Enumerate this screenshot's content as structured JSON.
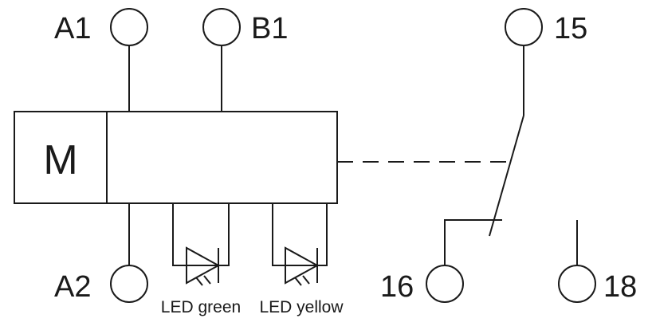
{
  "diagram": {
    "terminals": {
      "a1": "A1",
      "b1": "B1",
      "a2": "A2",
      "t15": "15",
      "t16": "16",
      "t18": "18"
    },
    "module": {
      "label": "M"
    },
    "leds": [
      {
        "label": "LED green"
      },
      {
        "label": "LED yellow"
      }
    ],
    "colors": {
      "line": "#1a1a1a",
      "background": "#ffffff"
    }
  }
}
